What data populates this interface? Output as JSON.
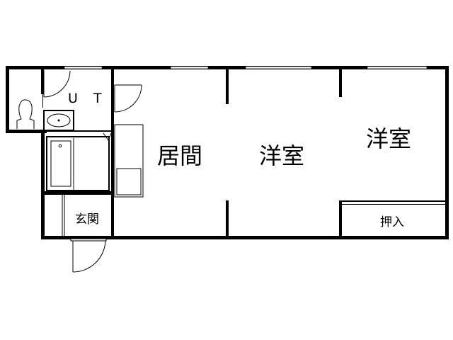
{
  "floor_plan": {
    "rooms": [
      {
        "id": "ut",
        "label": "U T"
      },
      {
        "id": "living",
        "label": "居間"
      },
      {
        "id": "western1",
        "label": "洋室"
      },
      {
        "id": "western2",
        "label": "洋室"
      },
      {
        "id": "closet",
        "label": "押入"
      },
      {
        "id": "entrance",
        "label": "玄関"
      }
    ],
    "fixtures": [
      "toilet",
      "washbasin",
      "bathtub",
      "kitchen-counter",
      "sink"
    ],
    "colors": {
      "wall": "#000000",
      "background": "#ffffff"
    }
  }
}
